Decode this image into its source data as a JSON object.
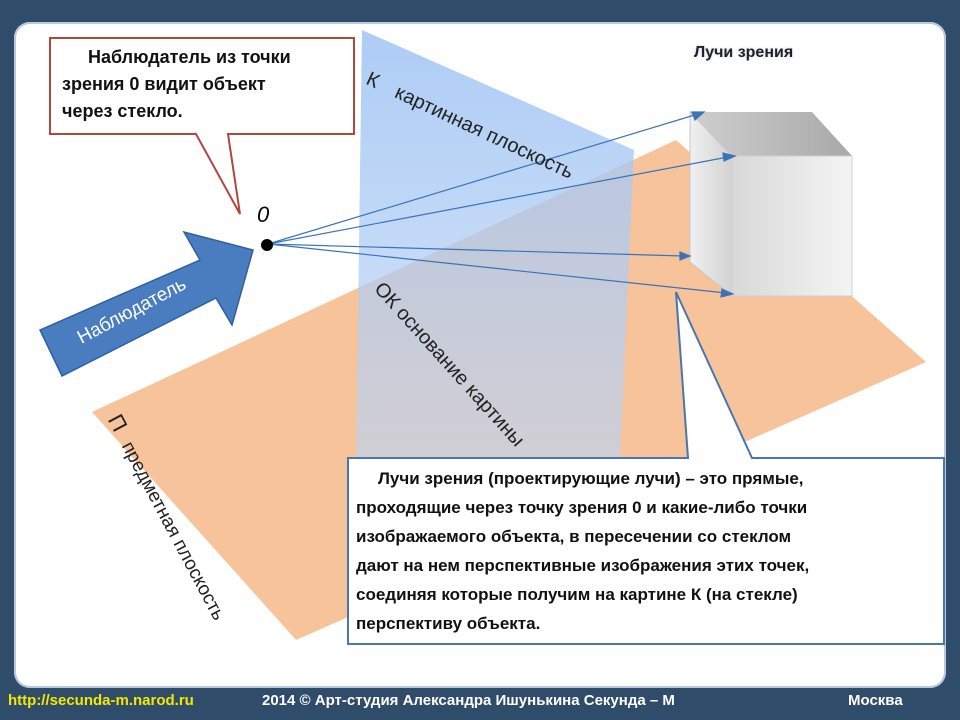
{
  "callout": {
    "line1": "Наблюдатель из точки",
    "line2": "зрения 0 видит объект",
    "line3": "через стекло."
  },
  "rays_title": "Лучи зрения",
  "point_label": "0",
  "picture_plane": {
    "letter": "К",
    "label": "картинная плоскость"
  },
  "ground_line_label": "ОК основание картины",
  "object_plane": {
    "letter": "П",
    "label": "предметная плоскость"
  },
  "arrow_label": "Наблюдатель",
  "definition": {
    "line1": "Лучи зрения (проектирующие лучи) – это прямые,",
    "line2": "проходящие через точку зрения  0 и какие-либо точки",
    "line3": "изображаемого объекта, в пересечении со  стеклом",
    "line4": "дают на нем перспективные изображения этих точек,",
    "line5": "соединяя которые получим на картине К (на стекле)",
    "line6": "перспективу объекта."
  },
  "footer": {
    "url": "http://secunda-m.narod.ru",
    "copyright": "2014  © Арт-студия Александра Ишунькина  Секунда – М",
    "city": "Москва"
  },
  "colors": {
    "background": "#2f4d6b",
    "object_plane": "#f7c39a",
    "picture_plane": "#a9c9f2",
    "arrow": "#4a7cc0",
    "ray": "#3c73b8",
    "callout_border": "#b5463c",
    "box_border": "#4a76b0",
    "footer_url": "#f5e800"
  }
}
